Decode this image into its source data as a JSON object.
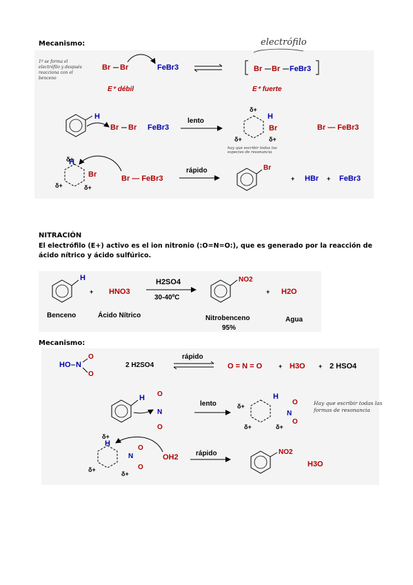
{
  "section1": {
    "heading": "Mecanismo:",
    "note_handwritten": "1º se forma el electrófilo y después reacciona con el benceno",
    "weak": {
      "br1": "Br",
      "br2": "Br",
      "lewis": "FeBr3",
      "label": "E⁺ débil"
    },
    "strong": {
      "handwritten_title": "electrófilo",
      "br1": "Br",
      "br2": "Br",
      "fe": "FeBr3",
      "label": "E⁺ fuerte"
    },
    "step1": {
      "h": "H",
      "br1": "Br",
      "br2": "Br",
      "fe": "FeBr3",
      "arrow_label": "lento",
      "product_br": "Br",
      "product_h": "H",
      "anion": "Br — FeBr3",
      "note": "hay que escribir todas las especies de resonancia"
    },
    "step2": {
      "h": "H",
      "br": "Br",
      "base": "Br — FeBr3",
      "arrow_label": "rápido",
      "product_sub": "Br",
      "hbr": "HBr",
      "plus": "+",
      "febr3": "FeBr3"
    },
    "delta_plus": "δ+"
  },
  "section2": {
    "title": "NITRACIÓN",
    "paragraph_start": "El electrófilo (E+) activo es el ion nitronio (",
    "nitronium": ":O=N=O:",
    "paragraph_end": "), que es generado por la reacción de ácido nítrico y ácido sulfúrico.",
    "reaction": {
      "h": "H",
      "reagent": "HNO3",
      "catalyst": "H2SO4",
      "conditions": "30-40ºC",
      "product_sub": "NO2",
      "water": "H2O",
      "plus": "+",
      "names": {
        "benzene": "Benceno",
        "nitric": "Ácido Nítrico",
        "nitrobenzene": "Nitrobenceno",
        "yield": "95%",
        "water": "Agua"
      }
    },
    "mechanism_heading": "Mecanismo:",
    "activation": {
      "ho": "HO",
      "n": "N",
      "acid": "2 H2SO4",
      "arrow_label": "rápido",
      "nitronium": "O = N = O",
      "h3o": "H3O",
      "bisulfate": "2 HSO4"
    },
    "step1": {
      "h": "H",
      "arrow_label": "lento",
      "note": "Hay que escribir todas las formas de resonancia"
    },
    "step2": {
      "h": "H",
      "water": "OH2",
      "arrow_label": "rápido",
      "product_sub": "NO2",
      "h3o": "H3O"
    }
  }
}
